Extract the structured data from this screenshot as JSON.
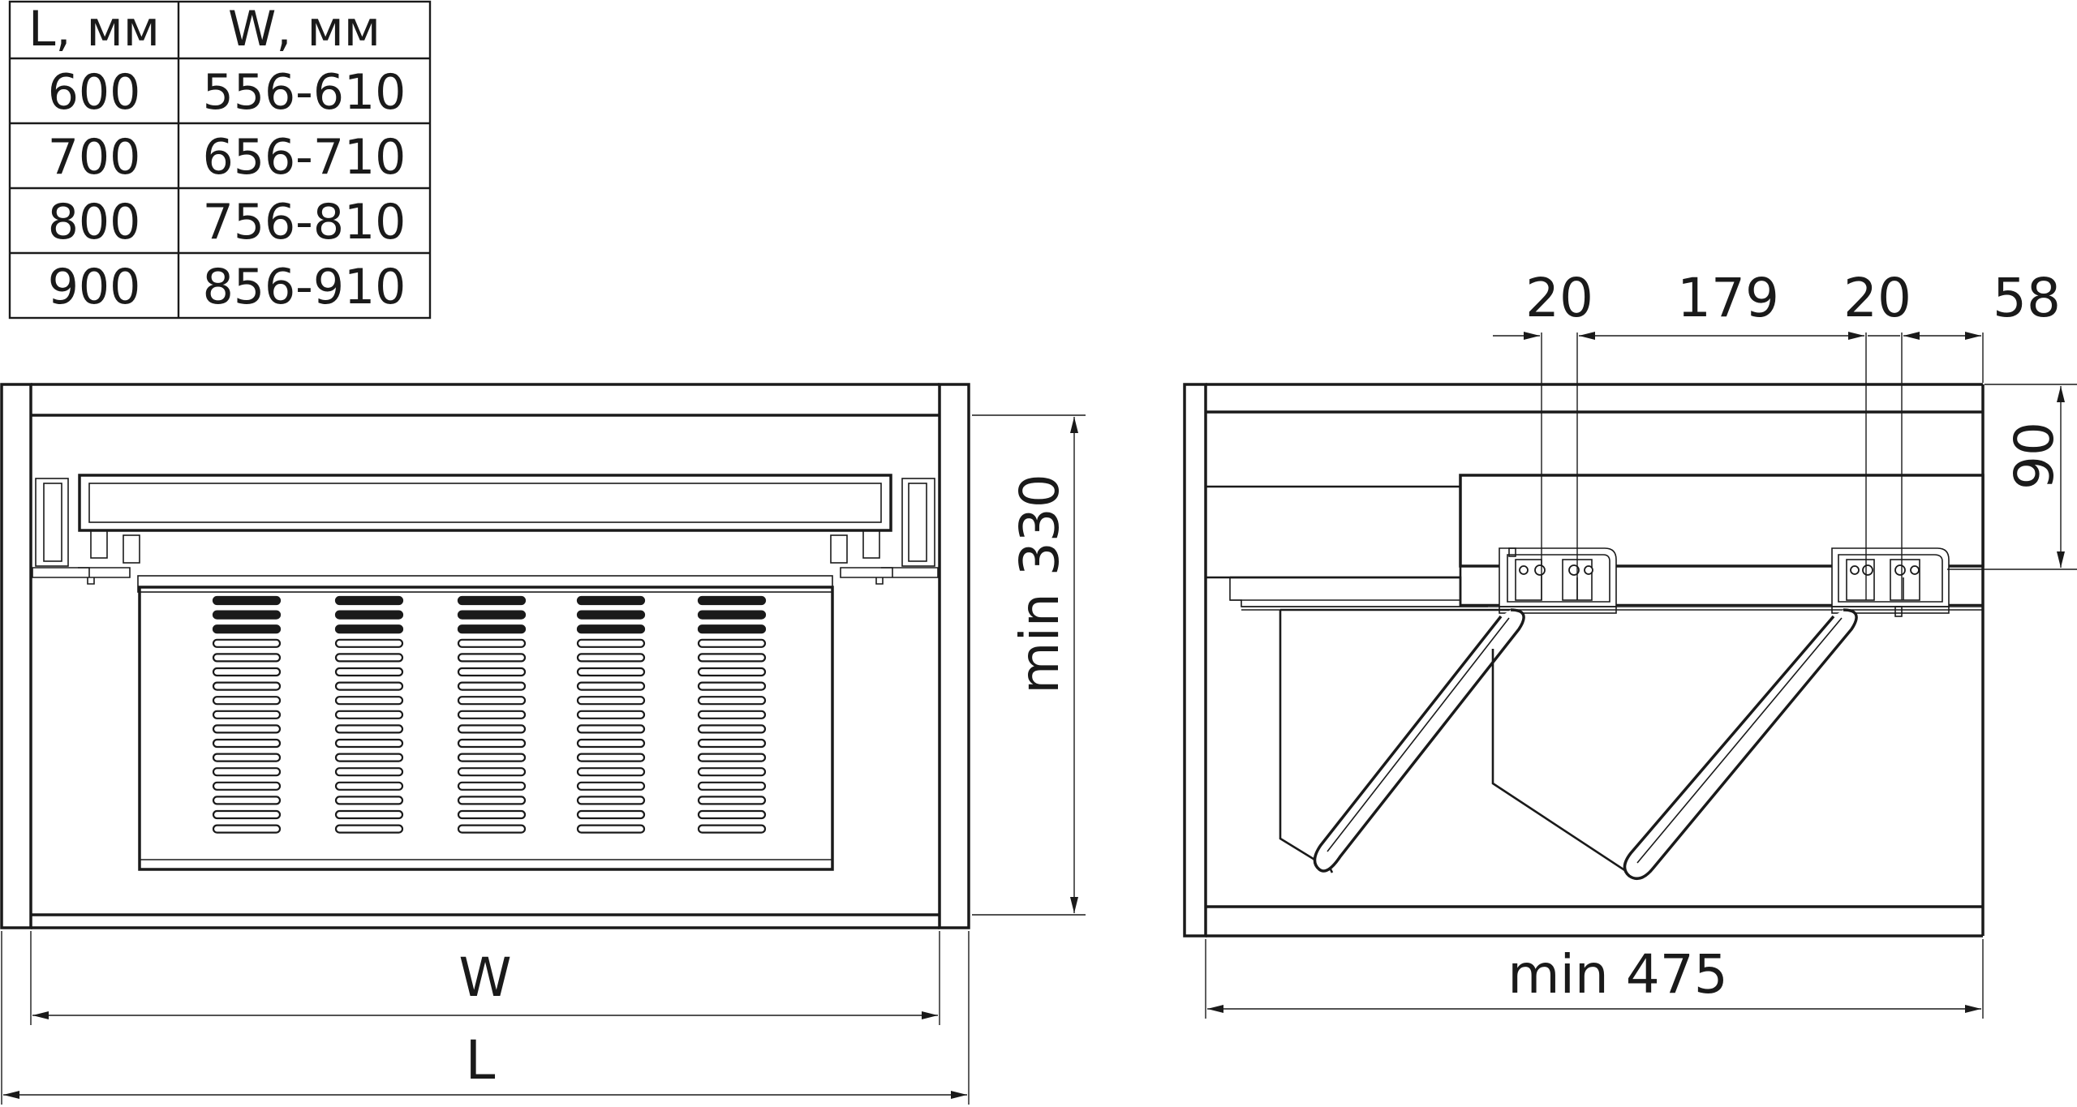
{
  "size_table": {
    "headers": [
      "L, мм",
      "W, мм"
    ],
    "rows": [
      [
        "600",
        "556-610"
      ],
      [
        "700",
        "656-710"
      ],
      [
        "800",
        "756-810"
      ],
      [
        "900",
        "856-910"
      ]
    ]
  },
  "front_view": {
    "height_dim": "min 330",
    "width_inner_dim": "W",
    "width_outer_dim": "L"
  },
  "side_view": {
    "top_dims": [
      "20",
      "179",
      "20",
      "58"
    ],
    "height_dim": "90",
    "depth_dim": "min 475"
  }
}
